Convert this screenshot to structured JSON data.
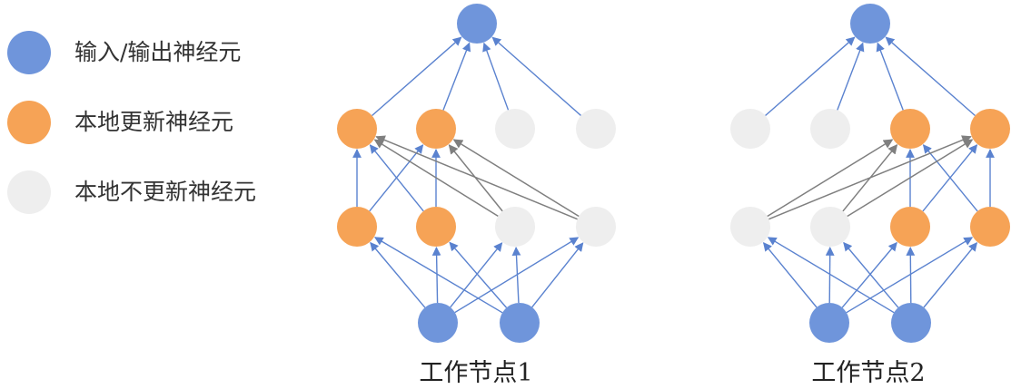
{
  "legend": {
    "items": [
      {
        "label": "输入/输出神经元",
        "color": "#6F95DB"
      },
      {
        "label": "本地更新神经元",
        "color": "#F6A356"
      },
      {
        "label": "本地不更新神经元",
        "color": "#EEEEEE"
      }
    ]
  },
  "colors": {
    "io": "#6F95DB",
    "update": "#F6A356",
    "noupdate": "#EEEEEE",
    "edge_blue": "#5A82CF",
    "edge_gray": "#7F7F7F"
  },
  "workers": [
    {
      "label": "工作节点1",
      "hidden2": [
        "update",
        "update",
        "noupdate",
        "noupdate"
      ],
      "hidden1": [
        "update",
        "update",
        "noupdate",
        "noupdate"
      ]
    },
    {
      "label": "工作节点2",
      "hidden2": [
        "noupdate",
        "noupdate",
        "update",
        "update"
      ],
      "hidden1": [
        "noupdate",
        "noupdate",
        "update",
        "update"
      ]
    }
  ]
}
